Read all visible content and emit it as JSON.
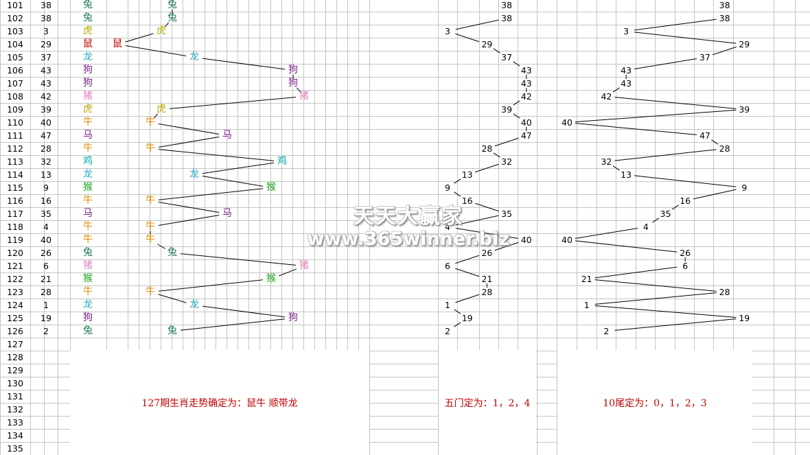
{
  "colors": {
    "grid": "#c4c4c4",
    "line": "#000000",
    "note_text": "#c00000",
    "zodiac": {
      "兔": "#1f7a52",
      "虎": "#b8a800",
      "鼠": "#c00000",
      "龙": "#2aa8c8",
      "狗": "#7a1f8a",
      "猪": "#e080c0",
      "牛": "#e08c00",
      "马": "#7a1f8a",
      "鸡": "#00a0b0",
      "猴": "#20a020"
    }
  },
  "rows": [
    {
      "n": "101",
      "num": "38",
      "zodiac": "兔"
    },
    {
      "n": "102",
      "num": "38",
      "zodiac": "兔"
    },
    {
      "n": "103",
      "num": "3",
      "zodiac": "虎"
    },
    {
      "n": "104",
      "num": "29",
      "zodiac": "鼠"
    },
    {
      "n": "105",
      "num": "37",
      "zodiac": "龙"
    },
    {
      "n": "106",
      "num": "43",
      "zodiac": "狗"
    },
    {
      "n": "107",
      "num": "43",
      "zodiac": "狗"
    },
    {
      "n": "108",
      "num": "42",
      "zodiac": "猪"
    },
    {
      "n": "109",
      "num": "39",
      "zodiac": "虎"
    },
    {
      "n": "110",
      "num": "40",
      "zodiac": "牛"
    },
    {
      "n": "111",
      "num": "47",
      "zodiac": "马"
    },
    {
      "n": "112",
      "num": "28",
      "zodiac": "牛"
    },
    {
      "n": "113",
      "num": "32",
      "zodiac": "鸡"
    },
    {
      "n": "114",
      "num": "13",
      "zodiac": "龙"
    },
    {
      "n": "115",
      "num": "9",
      "zodiac": "猴"
    },
    {
      "n": "116",
      "num": "16",
      "zodiac": "牛"
    },
    {
      "n": "117",
      "num": "35",
      "zodiac": "马"
    },
    {
      "n": "118",
      "num": "4",
      "zodiac": "牛"
    },
    {
      "n": "119",
      "num": "40",
      "zodiac": "牛"
    },
    {
      "n": "120",
      "num": "26",
      "zodiac": "兔"
    },
    {
      "n": "121",
      "num": "6",
      "zodiac": "猪"
    },
    {
      "n": "122",
      "num": "21",
      "zodiac": "猴"
    },
    {
      "n": "123",
      "num": "28",
      "zodiac": "牛"
    },
    {
      "n": "124",
      "num": "1",
      "zodiac": "龙"
    },
    {
      "n": "125",
      "num": "19",
      "zodiac": "狗"
    },
    {
      "n": "126",
      "num": "2",
      "zodiac": "兔"
    },
    {
      "n": "127",
      "num": "",
      "zodiac": ""
    },
    {
      "n": "128",
      "num": "",
      "zodiac": ""
    },
    {
      "n": "129",
      "num": "",
      "zodiac": ""
    },
    {
      "n": "130",
      "num": "",
      "zodiac": ""
    },
    {
      "n": "131",
      "num": "",
      "zodiac": ""
    },
    {
      "n": "132",
      "num": "",
      "zodiac": ""
    },
    {
      "n": "133",
      "num": "",
      "zodiac": ""
    },
    {
      "n": "134",
      "num": "",
      "zodiac": ""
    },
    {
      "n": "135",
      "num": "",
      "zodiac": ""
    }
  ],
  "zodiac_trend": [
    {
      "row": 0,
      "zodiac": "兔",
      "col": 5
    },
    {
      "row": 1,
      "zodiac": "兔",
      "col": 5
    },
    {
      "row": 2,
      "zodiac": "虎",
      "col": 4
    },
    {
      "row": 3,
      "zodiac": "鼠",
      "col": 0
    },
    {
      "row": 4,
      "zodiac": "龙",
      "col": 7
    },
    {
      "row": 5,
      "zodiac": "狗",
      "col": 16
    },
    {
      "row": 6,
      "zodiac": "狗",
      "col": 16
    },
    {
      "row": 7,
      "zodiac": "猪",
      "col": 17
    },
    {
      "row": 8,
      "zodiac": "虎",
      "col": 4
    },
    {
      "row": 9,
      "zodiac": "牛",
      "col": 3
    },
    {
      "row": 10,
      "zodiac": "马",
      "col": 10
    },
    {
      "row": 11,
      "zodiac": "牛",
      "col": 3
    },
    {
      "row": 12,
      "zodiac": "鸡",
      "col": 15
    },
    {
      "row": 13,
      "zodiac": "龙",
      "col": 7
    },
    {
      "row": 14,
      "zodiac": "猴",
      "col": 14
    },
    {
      "row": 15,
      "zodiac": "牛",
      "col": 3
    },
    {
      "row": 16,
      "zodiac": "马",
      "col": 10
    },
    {
      "row": 17,
      "zodiac": "牛",
      "col": 3
    },
    {
      "row": 18,
      "zodiac": "牛",
      "col": 3
    },
    {
      "row": 19,
      "zodiac": "兔",
      "col": 5
    },
    {
      "row": 20,
      "zodiac": "猪",
      "col": 17
    },
    {
      "row": 21,
      "zodiac": "猴",
      "col": 14
    },
    {
      "row": 22,
      "zodiac": "牛",
      "col": 3
    },
    {
      "row": 23,
      "zodiac": "龙",
      "col": 7
    },
    {
      "row": 24,
      "zodiac": "狗",
      "col": 16
    },
    {
      "row": 25,
      "zodiac": "兔",
      "col": 5
    }
  ],
  "five_gates": [
    {
      "row": 0,
      "value": "38",
      "col": 3
    },
    {
      "row": 1,
      "value": "38",
      "col": 3
    },
    {
      "row": 2,
      "value": "3",
      "col": 0
    },
    {
      "row": 3,
      "value": "29",
      "col": 2
    },
    {
      "row": 4,
      "value": "37",
      "col": 3
    },
    {
      "row": 5,
      "value": "43",
      "col": 4
    },
    {
      "row": 6,
      "value": "43",
      "col": 4
    },
    {
      "row": 7,
      "value": "42",
      "col": 4
    },
    {
      "row": 8,
      "value": "39",
      "col": 3
    },
    {
      "row": 9,
      "value": "40",
      "col": 4
    },
    {
      "row": 10,
      "value": "47",
      "col": 4
    },
    {
      "row": 11,
      "value": "28",
      "col": 2
    },
    {
      "row": 12,
      "value": "32",
      "col": 3
    },
    {
      "row": 13,
      "value": "13",
      "col": 1
    },
    {
      "row": 14,
      "value": "9",
      "col": 0
    },
    {
      "row": 15,
      "value": "16",
      "col": 1
    },
    {
      "row": 16,
      "value": "35",
      "col": 3
    },
    {
      "row": 17,
      "value": "4",
      "col": 0
    },
    {
      "row": 18,
      "value": "40",
      "col": 4
    },
    {
      "row": 19,
      "value": "26",
      "col": 2
    },
    {
      "row": 20,
      "value": "6",
      "col": 0
    },
    {
      "row": 21,
      "value": "21",
      "col": 2
    },
    {
      "row": 22,
      "value": "28",
      "col": 2
    },
    {
      "row": 23,
      "value": "1",
      "col": 0
    },
    {
      "row": 24,
      "value": "19",
      "col": 1
    },
    {
      "row": 25,
      "value": "2",
      "col": 0
    }
  ],
  "ten_tails": [
    {
      "row": 0,
      "value": "38",
      "col": 8
    },
    {
      "row": 1,
      "value": "38",
      "col": 8
    },
    {
      "row": 2,
      "value": "3",
      "col": 3
    },
    {
      "row": 3,
      "value": "29",
      "col": 9
    },
    {
      "row": 4,
      "value": "37",
      "col": 7
    },
    {
      "row": 5,
      "value": "43",
      "col": 3
    },
    {
      "row": 6,
      "value": "43",
      "col": 3
    },
    {
      "row": 7,
      "value": "42",
      "col": 2
    },
    {
      "row": 8,
      "value": "39",
      "col": 9
    },
    {
      "row": 9,
      "value": "40",
      "col": 0
    },
    {
      "row": 10,
      "value": "47",
      "col": 7
    },
    {
      "row": 11,
      "value": "28",
      "col": 8
    },
    {
      "row": 12,
      "value": "32",
      "col": 2
    },
    {
      "row": 13,
      "value": "13",
      "col": 3
    },
    {
      "row": 14,
      "value": "9",
      "col": 9
    },
    {
      "row": 15,
      "value": "16",
      "col": 6
    },
    {
      "row": 16,
      "value": "35",
      "col": 5
    },
    {
      "row": 17,
      "value": "4",
      "col": 4
    },
    {
      "row": 18,
      "value": "40",
      "col": 0
    },
    {
      "row": 19,
      "value": "26",
      "col": 6
    },
    {
      "row": 20,
      "value": "6",
      "col": 6
    },
    {
      "row": 21,
      "value": "21",
      "col": 1
    },
    {
      "row": 22,
      "value": "28",
      "col": 8
    },
    {
      "row": 23,
      "value": "1",
      "col": 1
    },
    {
      "row": 24,
      "value": "19",
      "col": 9
    },
    {
      "row": 25,
      "value": "2",
      "col": 2
    }
  ],
  "notes": {
    "zodiac": "127期生肖走势确定为：鼠牛 顺带龙",
    "five_gates": "五门定为：1，2，4",
    "ten_tails": "10尾定为：0，1，2，3"
  },
  "watermark": {
    "line1": "天天大赢家",
    "line2": "www.365winner.biz"
  }
}
